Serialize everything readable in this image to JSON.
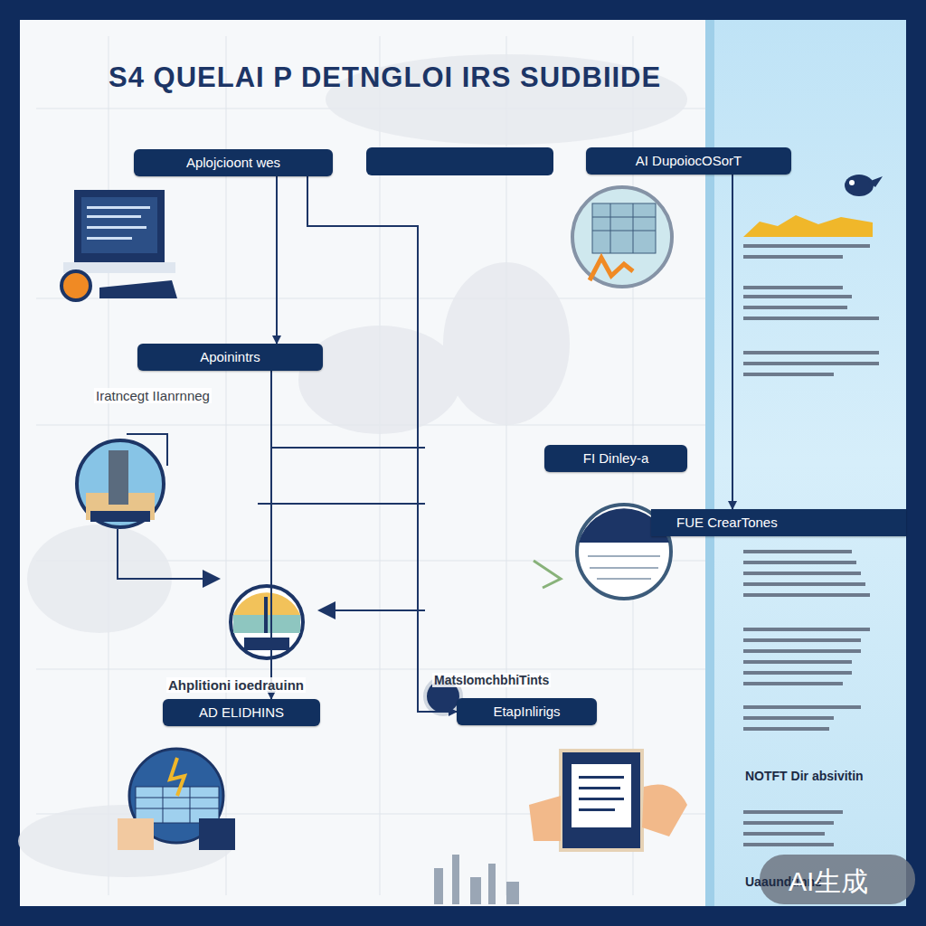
{
  "diagram": {
    "title": "S4 QUELAI P DETNGLOI IRS SUDBIIDE",
    "nodes": [
      {
        "text": [
          "Aplojcioont wes"
        ]
      },
      {
        "text": [
          "AI DupoiocOSorT"
        ]
      },
      {
        "text": [
          "Apoinintrs"
        ]
      },
      {
        "text": [
          "FI Dinley-a"
        ]
      },
      {
        "text": [
          "FUE CrearTones"
        ]
      },
      {
        "text": [
          "AD ELIDHINS"
        ]
      },
      {
        "text": [
          "EtapInlirigs"
        ]
      }
    ],
    "edges": [
      {
        "from": 0,
        "to": 2,
        "arrow": "to"
      },
      {
        "from": 2,
        "to": 5,
        "arrow": "to"
      },
      {
        "from": 1,
        "to": 4,
        "arrow": "to"
      },
      {
        "from": 0,
        "to": 6,
        "arrow": "to"
      }
    ],
    "labels": [
      "Iratncegt IIanrnneg",
      "Ahplitioni ioedrauinn",
      "MatsIomchbhiTints",
      "NOTFT Dir absivitin",
      "Uaaundunns",
      "AI生成"
    ]
  }
}
